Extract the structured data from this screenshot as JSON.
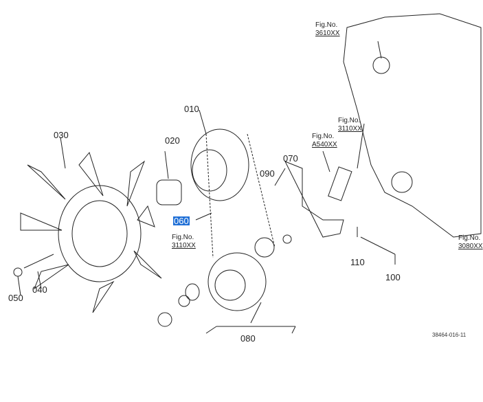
{
  "diagram": {
    "parts": [
      {
        "id": "010",
        "label": "010"
      },
      {
        "id": "020",
        "label": "020"
      },
      {
        "id": "030",
        "label": "030"
      },
      {
        "id": "040",
        "label": "040"
      },
      {
        "id": "050",
        "label": "050"
      },
      {
        "id": "060",
        "label": "060",
        "selected": true
      },
      {
        "id": "070",
        "label": "070"
      },
      {
        "id": "080",
        "label": "080"
      },
      {
        "id": "090",
        "label": "090"
      },
      {
        "id": "100",
        "label": "100"
      },
      {
        "id": "110",
        "label": "110"
      }
    ],
    "fig_refs": [
      {
        "title": "Fig.No.",
        "number": "3610XX"
      },
      {
        "title": "Fig.No.",
        "number": "3110XX"
      },
      {
        "title": "Fig.No.",
        "number": "A540XX"
      },
      {
        "title": "Fig.No.",
        "number": "3080XX"
      },
      {
        "title": "Fig.No.",
        "number": "3110XX"
      }
    ],
    "reference_code": "38464-016-11"
  }
}
